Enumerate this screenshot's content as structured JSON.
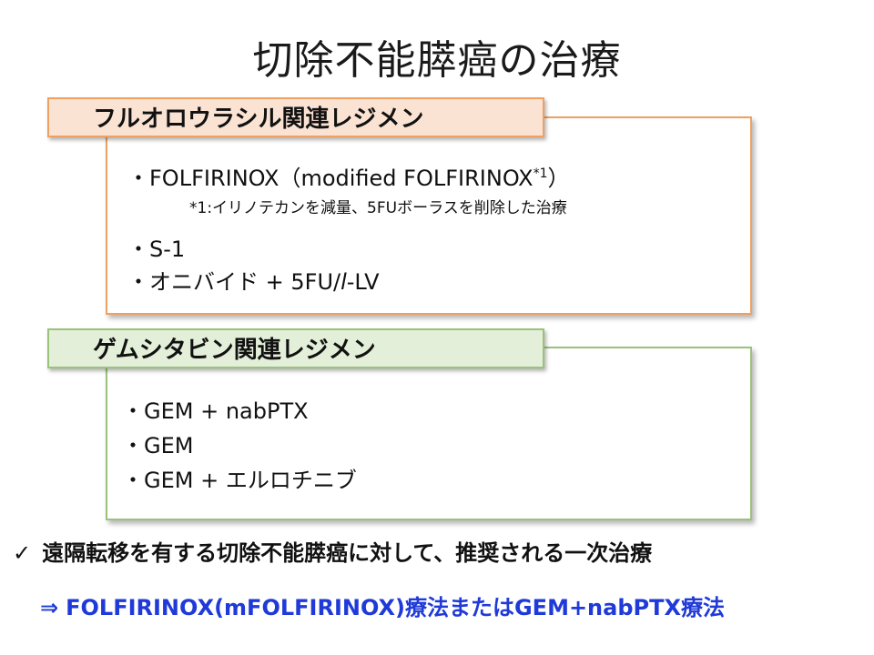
{
  "title": "切除不能膵癌の治療",
  "sections": [
    {
      "header": "フルオロウラシル関連レジメン",
      "items": [
        {
          "text": "・FOLFIRINOX（modified FOLFIRINOX",
          "sup": "*1",
          "tail": "）"
        },
        {
          "note": "*1:イリノテカンを減量、5FUボーラスを削除した治療"
        },
        {
          "text": "・S-1"
        },
        {
          "pre": "・オニバイド + 5FU/",
          "italic": "l",
          "post": "-LV"
        }
      ]
    },
    {
      "header": "ゲムシタビン関連レジメン",
      "items": [
        {
          "text": "・GEM + nabPTX"
        },
        {
          "text": "・GEM"
        },
        {
          "text": "・GEM + エルロチニブ"
        }
      ]
    }
  ],
  "conclusion": {
    "check_icon": "✓",
    "text": "遠隔転移を有する切除不能膵癌に対して、推奨される一次治療"
  },
  "result": {
    "arrow_icon": "⇒",
    "text": "FOLFIRINOX(mFOLFIRINOX)療法またはGEM+nabPTX療法"
  },
  "colors": {
    "orange_border": "#f0a060",
    "orange_fill": "#fbe3d4",
    "green_border": "#9ac27a",
    "green_fill": "#e3efd9",
    "result_text": "#1f3ad8"
  }
}
